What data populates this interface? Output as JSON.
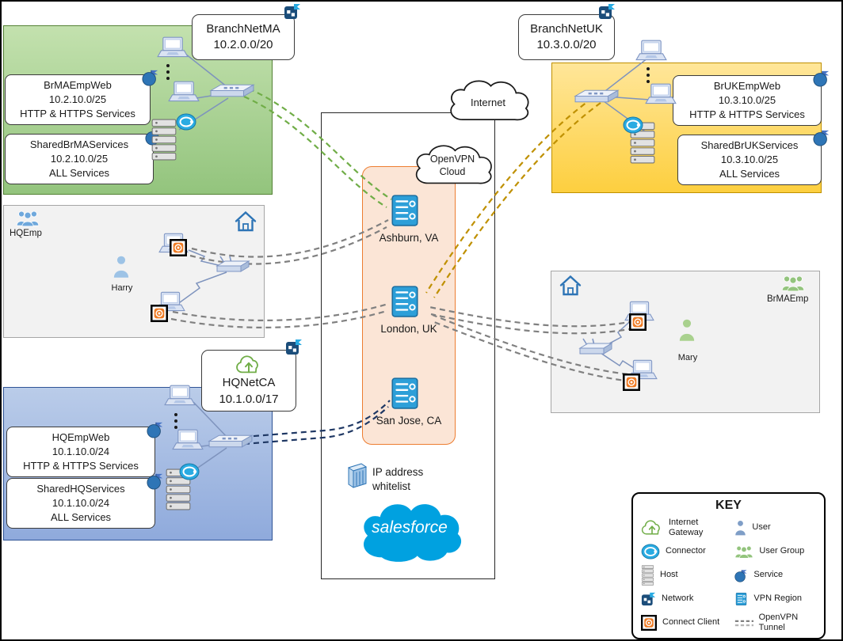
{
  "colors": {
    "branch_ma_fill": "#a9d18e",
    "branch_ma_border": "#548235",
    "branch_uk_fill": "#ffd966",
    "branch_uk_border": "#bf9000",
    "hq_fill": "#8faadc",
    "hq_border": "#2f5496",
    "vpn_cloud_fill": "#fbe5d6",
    "vpn_cloud_border": "#ed7d31",
    "tunnel_ma": "#70ad47",
    "tunnel_uk": "#bf9000",
    "tunnel_hq": "#1f3864",
    "tunnel_user": "#808080",
    "salesforce_blue": "#00a1e0"
  },
  "branch_ma": {
    "title": "BranchNetMA",
    "subnet": "10.2.0.0/20",
    "services": [
      {
        "name": "BrMAEmpWeb",
        "subnet": "10.2.10.0/25",
        "desc": "HTTP & HTTPS Services"
      },
      {
        "name": "SharedBrMAServices",
        "subnet": "10.2.10.0/25",
        "desc": "ALL Services"
      }
    ]
  },
  "branch_uk": {
    "title": "BranchNetUK",
    "subnet": "10.3.0.0/20",
    "services": [
      {
        "name": "BrUKEmpWeb",
        "subnet": "10.3.10.0/25",
        "desc": "HTTP & HTTPS Services"
      },
      {
        "name": "SharedBrUKServices",
        "subnet": "10.3.10.0/25",
        "desc": "ALL Services"
      }
    ]
  },
  "hq": {
    "title": "HQNetCA",
    "subnet": "10.1.0.0/17",
    "services": [
      {
        "name": "HQEmpWeb",
        "subnet": "10.1.10.0/24",
        "desc": "HTTP & HTTPS Services"
      },
      {
        "name": "SharedHQServices",
        "subnet": "10.1.10.0/24",
        "desc": "ALL Services"
      }
    ]
  },
  "hq_emp_site": {
    "group": "HQEmp",
    "user": "Harry"
  },
  "brma_emp_site": {
    "group": "BrMAEmp",
    "user": "Mary"
  },
  "cloud": {
    "internet_label": "Internet",
    "openvpn_label": "OpenVPN\nCloud",
    "regions": [
      "Ashburn, VA",
      "London, UK",
      "San Jose, CA"
    ],
    "whitelist_label": "IP address\nwhitelist",
    "salesforce_label": "salesforce"
  },
  "key": {
    "title": "KEY",
    "left": [
      "Internet\nGateway",
      "Connector",
      "Host",
      "Network",
      "Connect Client"
    ],
    "right": [
      "User",
      "User Group",
      "Service",
      "VPN Region",
      "OpenVPN Tunnel"
    ]
  }
}
